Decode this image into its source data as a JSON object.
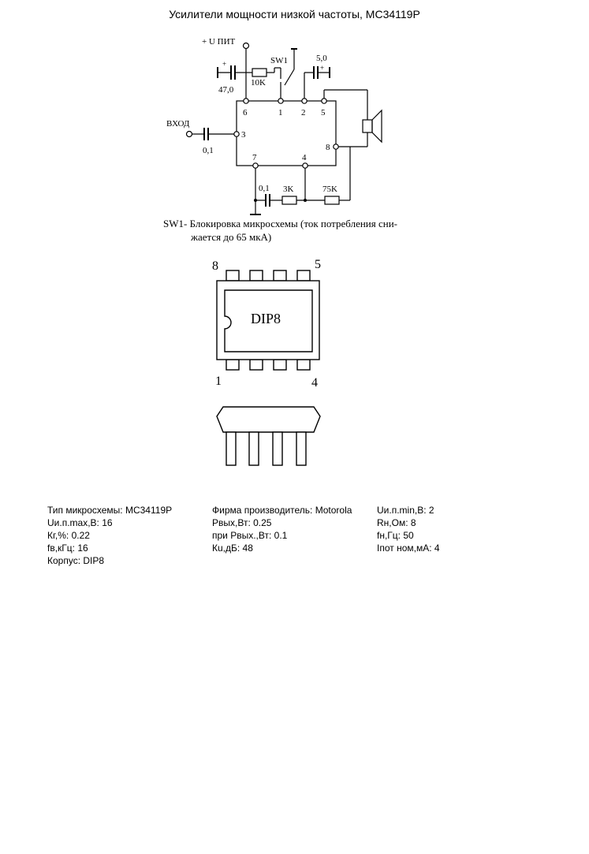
{
  "title": "Усилители мощности низкой частоты, MC34119P",
  "schematic": {
    "supply_label": "+ U ПИТ",
    "sw_label": "SW1",
    "r1": "10K",
    "c_supply": "47,0",
    "c_supply_polarity": "+",
    "c_out": "5,0",
    "c_out_polarity": "+",
    "input_label": "ВХОД",
    "c_in": "0,1",
    "c_fb": "0,1",
    "r_fb1": "3K",
    "r_fb2": "75K",
    "pins": {
      "p6": "6",
      "p1": "1",
      "p2": "2",
      "p5": "5",
      "p3": "3",
      "p8": "8",
      "p7": "7",
      "p4": "4"
    }
  },
  "note_line1": "SW1- Блокировка микросхемы (ток потребления сни-",
  "note_line2": "жается до 65 мкА)",
  "package": {
    "label": "DIP8",
    "pin_top_left": "8",
    "pin_top_right": "5",
    "pin_bottom_left": "1",
    "pin_bottom_right": "4"
  },
  "specs": {
    "type": "Тип микросхемы: MC34119P",
    "maker": "Фирма производитель: Motorola",
    "umin": "Uи.п.min,В: 2",
    "umax": "Uи.п.max,В: 16",
    "pout": "Рвых,Вт: 0.25",
    "rn": "Rн,Ом: 8",
    "kg": "Кг,%: 0.22",
    "pout_at": "при Рвых.,Вт: 0.1",
    "fn": "fн,Гц: 50",
    "fv": "fв,кГц: 16",
    "ku": "Кu,дБ: 48",
    "ipot": "Iпот ном,мА: 4",
    "case": "Корпус: DIP8"
  }
}
